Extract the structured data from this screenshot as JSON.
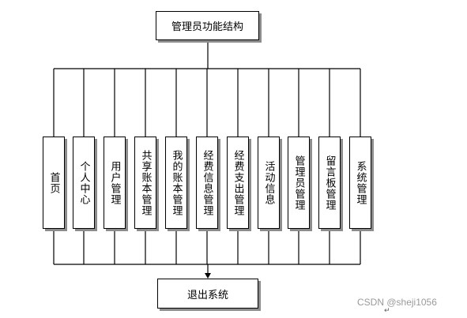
{
  "diagram": {
    "title": "管理员功能结构",
    "modules": [
      "首页",
      "个人中心",
      "用户管理",
      "共享账本管理",
      "我的账本管理",
      "经费信息管理",
      "经费支出管理",
      "活动信息",
      "管理员管理",
      "留言板管理",
      "系统管理"
    ],
    "exit": "退出系统"
  },
  "watermark": "CSDN @sheji1056",
  "return_symbol": "↵"
}
